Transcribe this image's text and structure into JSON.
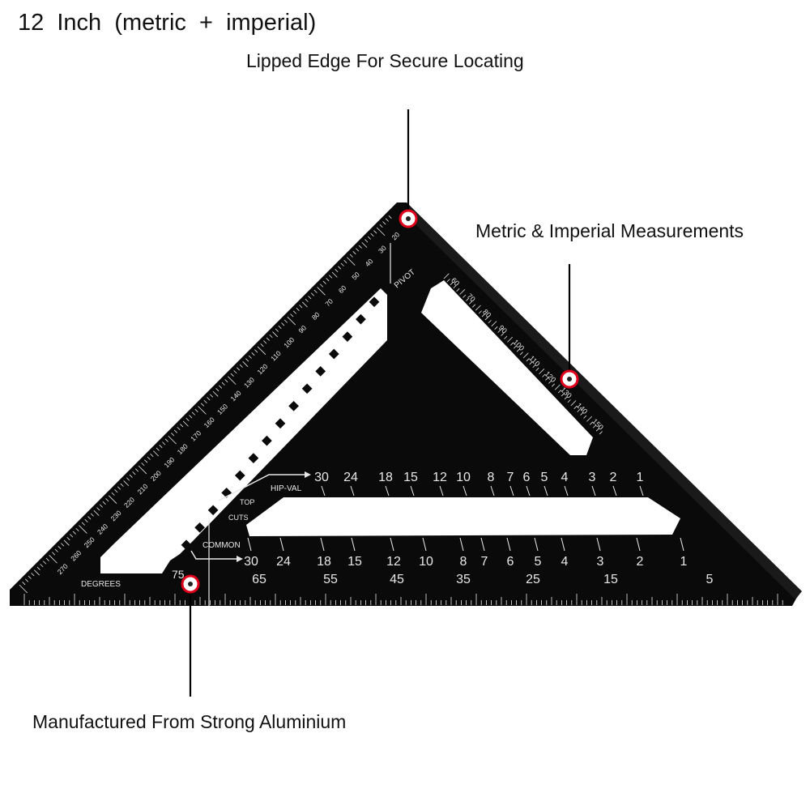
{
  "title": "12  Inch  (metric  +  imperial)",
  "callouts": {
    "lipped_edge": "Lipped Edge For Secure Locating",
    "measurements": "Metric & Imperial Measurements",
    "material": "Manufactured From Strong Aluminium"
  },
  "square": {
    "pivot_label": "PIVOT",
    "degrees_label": "DEGREES",
    "hip_val_label": "HIP-VAL",
    "top_label": "TOP",
    "cuts_label": "CUTS",
    "common_label": "COMMON",
    "hip_val_numbers": [
      "30",
      "24",
      "18",
      "15",
      "12",
      "10",
      "8",
      "7",
      "6",
      "5",
      "4",
      "3",
      "2",
      "1"
    ],
    "common_numbers": [
      "30",
      "24",
      "18",
      "15",
      "12",
      "10",
      "8",
      "7",
      "6",
      "5",
      "4",
      "3",
      "2",
      "1"
    ],
    "lower_numbers": [
      "65",
      "55",
      "45",
      "35",
      "25",
      "15",
      "5"
    ],
    "degree_numbers": [
      "20",
      "30",
      "40",
      "50",
      "60",
      "70",
      "80",
      "90",
      "100",
      "110",
      "120",
      "130",
      "140",
      "150",
      "160",
      "170",
      "180",
      "190",
      "200",
      "210",
      "220",
      "230",
      "240",
      "250",
      "260",
      "270"
    ],
    "right_scale_numbers": [
      "60",
      "70",
      "80",
      "90",
      "100",
      "110",
      "120",
      "130",
      "140",
      "150"
    ],
    "corner_number": "75"
  },
  "colors": {
    "body": "#0a0a0a",
    "marking": "#e8e8e8",
    "callout_marker": "#e0001b",
    "leader_line": "#000000"
  }
}
